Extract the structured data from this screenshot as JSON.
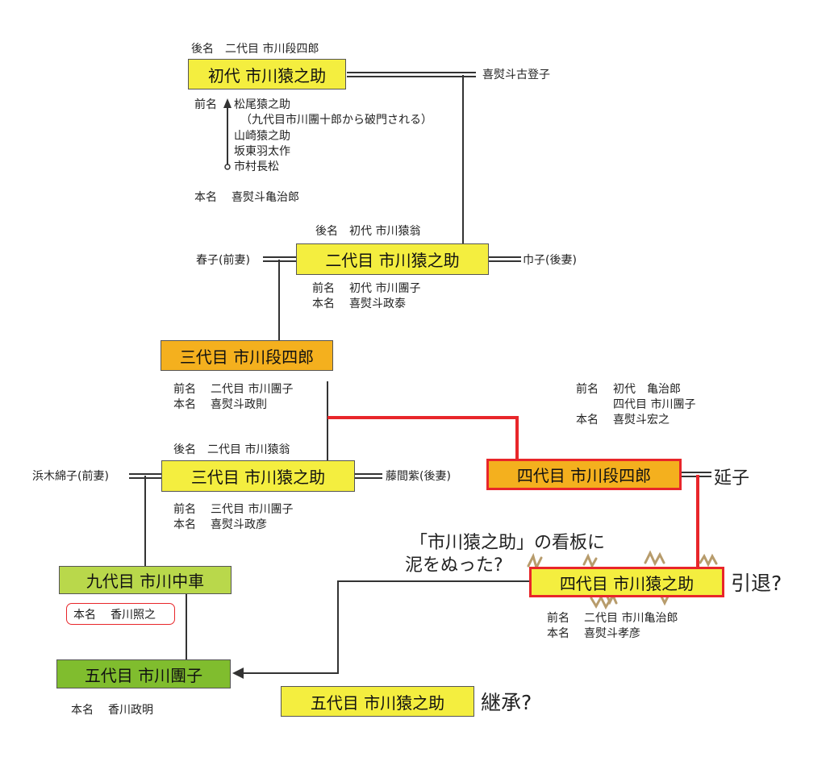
{
  "gen1": {
    "name": "初代 市川猿之助",
    "later": "後名　二代目 市川段四郎",
    "spouse": "喜熨斗古登子",
    "former_label": "前名",
    "former_names": [
      "松尾猿之助",
      "（九代目市川團十郎から破門される）",
      "山崎猿之助",
      "坂東羽太作",
      "市村長松"
    ],
    "real_label": "本名",
    "real_name": "喜熨斗亀治郎"
  },
  "gen2": {
    "name": "二代目 市川猿之助",
    "later": "後名　初代 市川猿翁",
    "wife_former": "春子(前妻)",
    "wife_latter": "巾子(後妻)",
    "former_label": "前名",
    "former": "初代 市川團子",
    "real_label": "本名",
    "real": "喜熨斗政泰"
  },
  "dan3": {
    "name": "三代目 市川段四郎",
    "former_label": "前名",
    "former": "二代目 市川團子",
    "real_label": "本名",
    "real": "喜熨斗政則"
  },
  "dan4": {
    "name": "四代目 市川段四郎",
    "spouse": "延子",
    "former_label": "前名",
    "former1": "初代　亀治郎",
    "former2": "四代目 市川團子",
    "real_label": "本名",
    "real": "喜熨斗宏之"
  },
  "gen3": {
    "name": "三代目 市川猿之助",
    "later": "後名　二代目 市川猿翁",
    "wife_former": "浜木綿子(前妻)",
    "wife_latter": "藤間紫(後妻)",
    "former_label": "前名",
    "former": "三代目 市川團子",
    "real_label": "本名",
    "real": "喜熨斗政彦"
  },
  "chusha": {
    "name": "九代目 市川中車",
    "real_label": "本名",
    "real": "香川照之"
  },
  "gen4": {
    "name": "四代目 市川猿之助",
    "note": "引退?",
    "former_label": "前名",
    "former": "二代目 市川亀治郎",
    "real_label": "本名",
    "real": "喜熨斗孝彦"
  },
  "annotation": {
    "line1": "「市川猿之助」の看板に",
    "line2": "泥をぬった?"
  },
  "danko5": {
    "name": "五代目 市川團子",
    "real_label": "本名",
    "real": "香川政明"
  },
  "gen5": {
    "name": "五代目 市川猿之助",
    "note": "継承?"
  },
  "colors": {
    "yellow": "#f4ee3f",
    "orange": "#f4b01e",
    "light_green": "#b9d84b",
    "green": "#80bd2e",
    "red": "#e8262a",
    "line": "#333333"
  }
}
